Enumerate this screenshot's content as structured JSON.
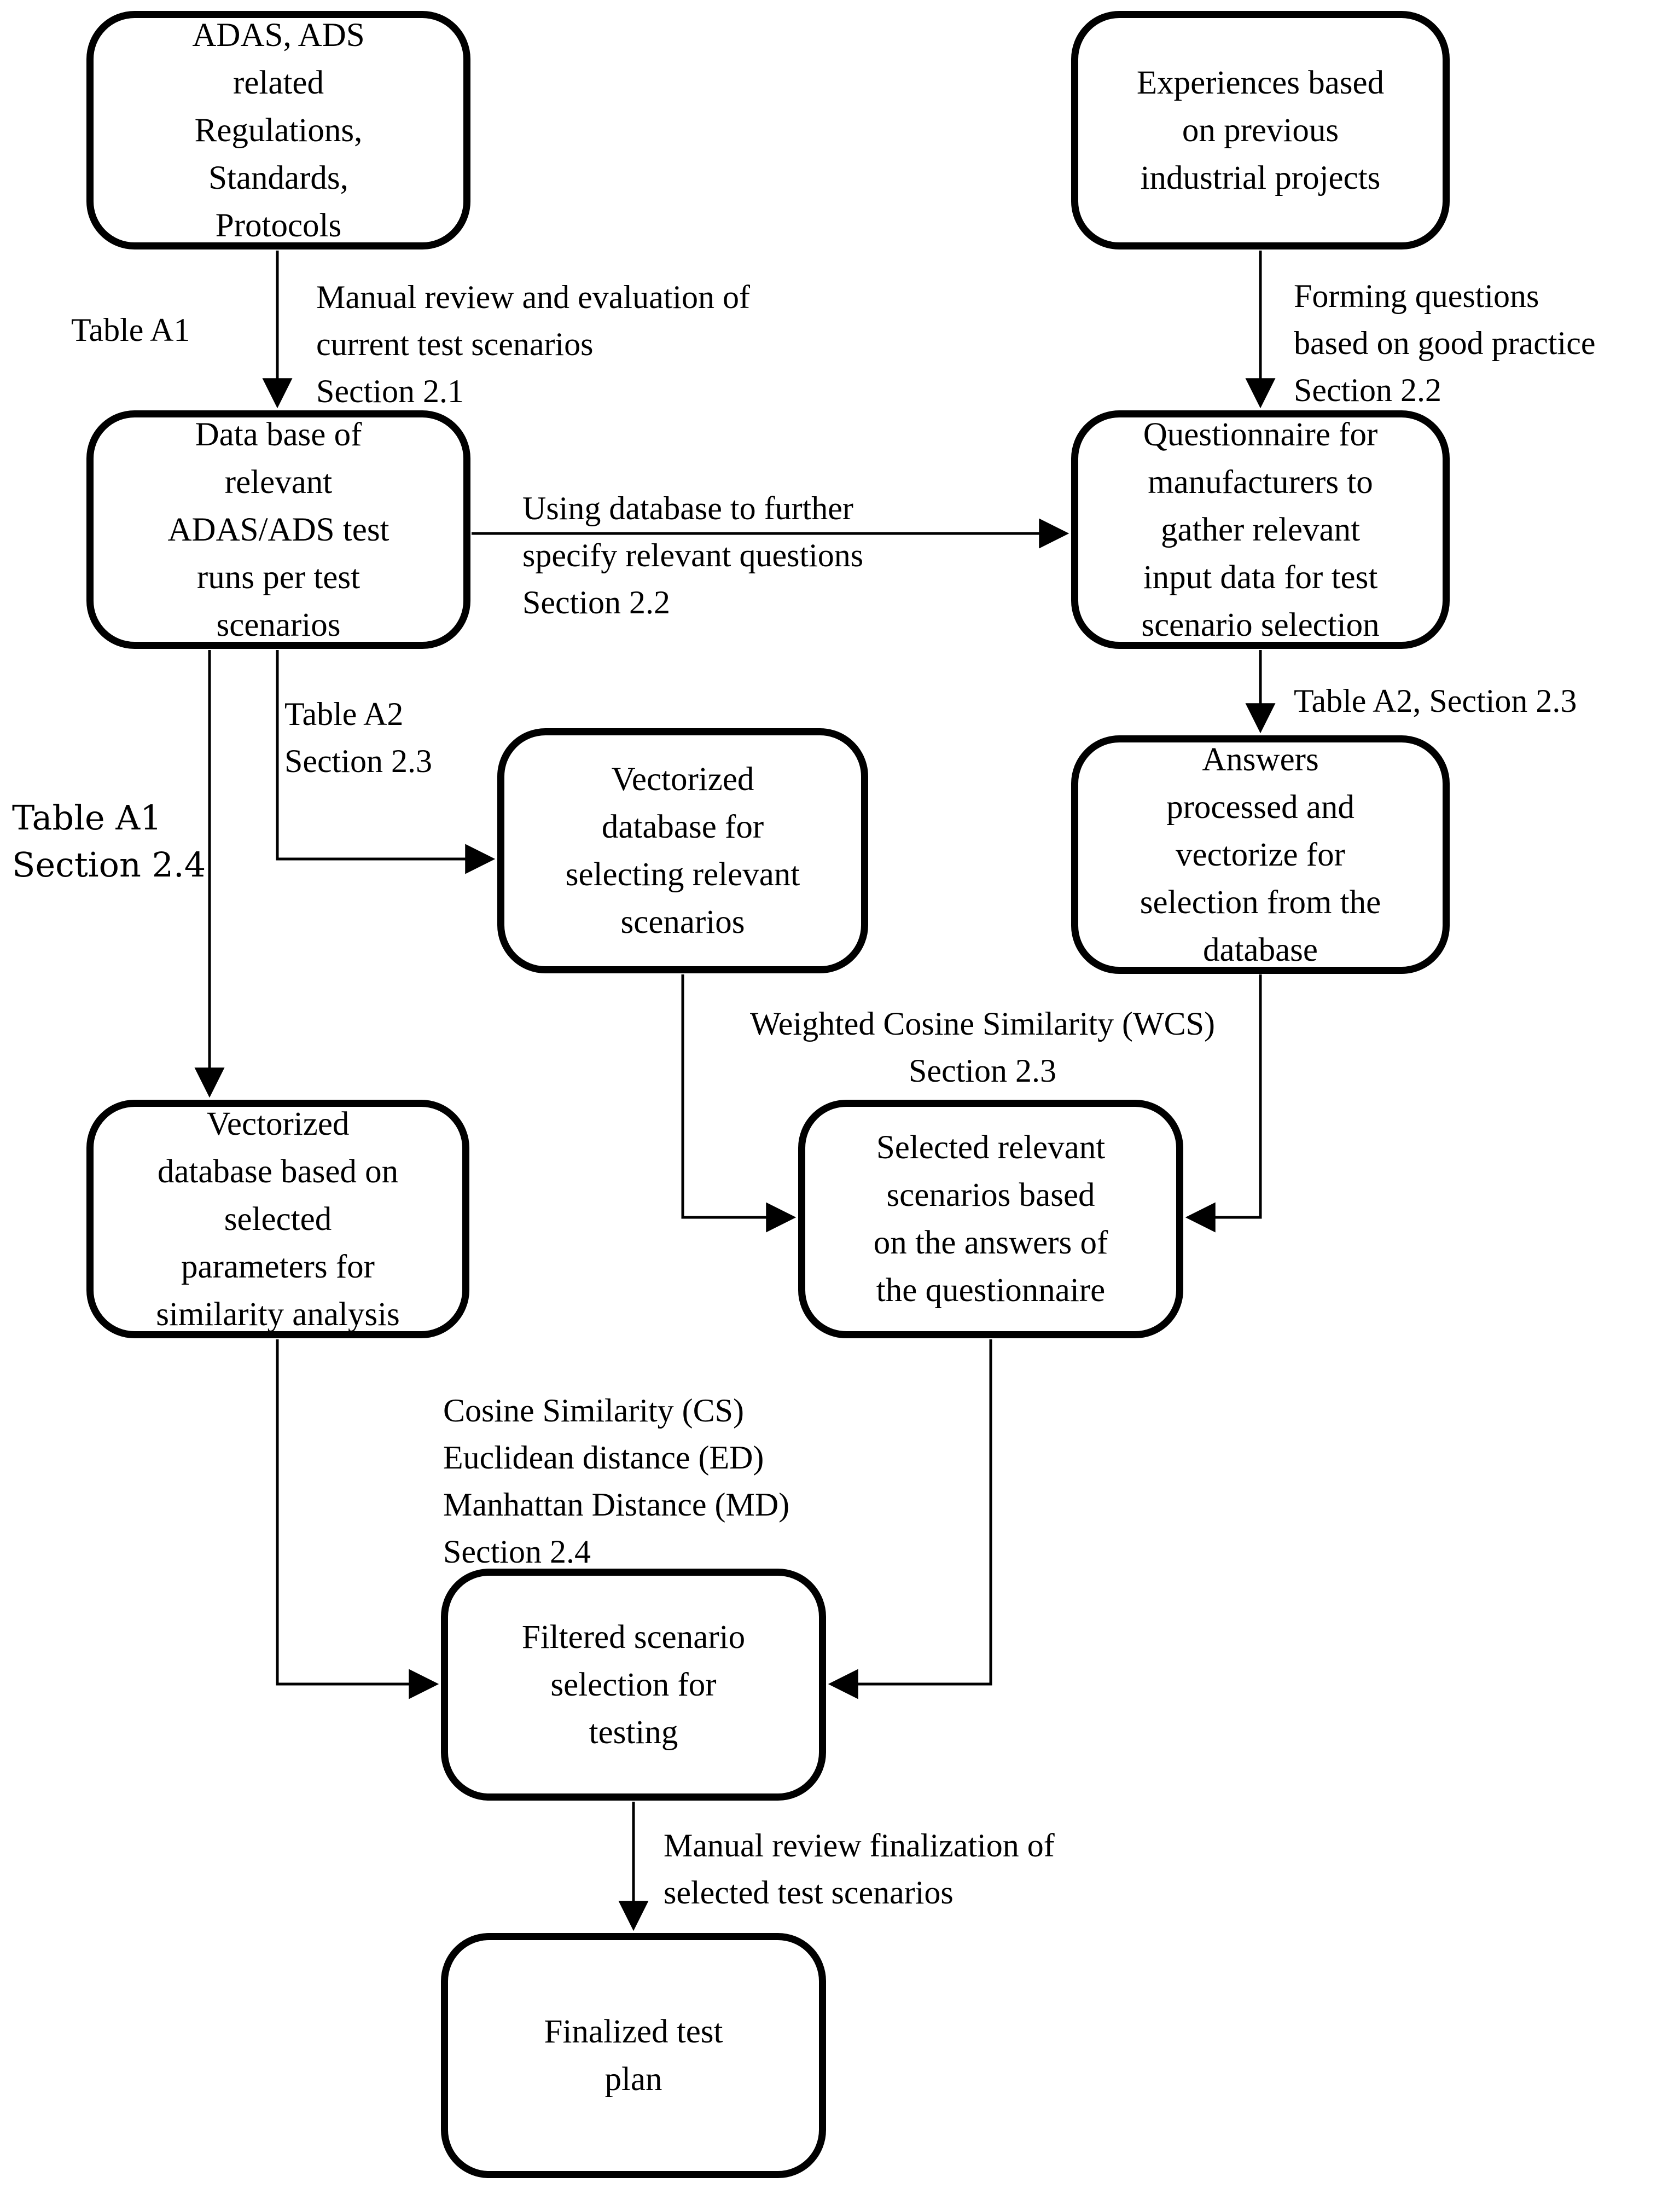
{
  "figure": {
    "colors": {
      "ink": "#000000",
      "background": "#ffffff"
    },
    "nodes": {
      "regulations": {
        "text": "ADAS, ADS\nrelated\nRegulations,\nStandards,\nProtocols"
      },
      "experience": {
        "text": "Experiences based\non previous\nindustrial projects"
      },
      "database": {
        "text": "Data base of\nrelevant\nADAS/ADS test\nruns per test\nscenarios"
      },
      "questionnaire": {
        "text": "Questionnaire for\nmanufacturers to\ngather relevant\ninput data for test\nscenario selection"
      },
      "vectorized_selection": {
        "text": "Vectorized\ndatabase for\nselecting relevant\nscenarios"
      },
      "answers": {
        "text": "Answers\nprocessed and\nvectorize for\nselection from the\ndatabase"
      },
      "vectorized_parameters": {
        "text": "Vectorized\ndatabase based on\nselected\nparameters for\nsimilarity analysis"
      },
      "selected_scenarios": {
        "text": "Selected relevant\nscenarios based\non the answers of\nthe questionnaire"
      },
      "filtered_selection": {
        "text": "Filtered scenario\nselection for\ntesting"
      },
      "finalized_plan": {
        "text": "Finalized test\nplan"
      }
    },
    "edge_labels": {
      "table_a1_top": "Table A1",
      "manual_review_evaluation": "Manual review and evaluation of\ncurrent test scenarios\nSection 2.1",
      "forming_questions": "Forming questions\nbased on good practice\nSection 2.2",
      "using_database": "Using database to further\nspecify relevant questions\nSection 2.2",
      "table_a2_inline": "Table A2, Section 2.3",
      "table_a2_stacked": "Table A2\nSection 2.3",
      "table_a1_stacked": "Table A1\nSection 2.4",
      "weighted_cosine": "Weighted Cosine Similarity (WCS)\nSection 2.3",
      "similarity_metrics": "Cosine Similarity (CS)\nEuclidean distance (ED)\nManhattan Distance (MD)\nSection 2.4",
      "manual_review_finalization": "Manual review finalization of\nselected test scenarios"
    }
  }
}
